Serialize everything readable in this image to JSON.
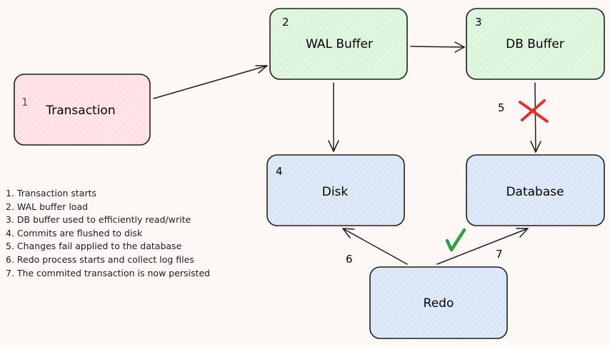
{
  "nodes": {
    "transaction": {
      "number": "1",
      "label": "Transaction",
      "fill": "#ffe3e6"
    },
    "wal_buffer": {
      "number": "2",
      "label": "WAL Buffer",
      "fill": "#dff5dd"
    },
    "db_buffer": {
      "number": "3",
      "label": "DB Buffer",
      "fill": "#dff5dd"
    },
    "disk": {
      "number": "4",
      "label": "Disk",
      "fill": "#dde8f7"
    },
    "database": {
      "label": "Database",
      "fill": "#dde8f7"
    },
    "redo": {
      "label": "Redo",
      "fill": "#dde8f7"
    }
  },
  "edge_labels": {
    "db_buffer_to_database": "5",
    "redo_to_disk": "6",
    "redo_to_database": "7"
  },
  "marks": {
    "fail": {
      "icon": "cross-icon",
      "color": "#e03131"
    },
    "success": {
      "icon": "check-icon",
      "color": "#2f9e44"
    }
  },
  "legend": [
    "1. Transaction starts",
    "2. WAL buffer load",
    "3. DB buffer used to efficiently read/write",
    "4. Commits are flushed to disk",
    "5. Changes fail applied to the database",
    "6. Redo process starts and collect log files",
    "7. The commited transaction is now persisted"
  ]
}
